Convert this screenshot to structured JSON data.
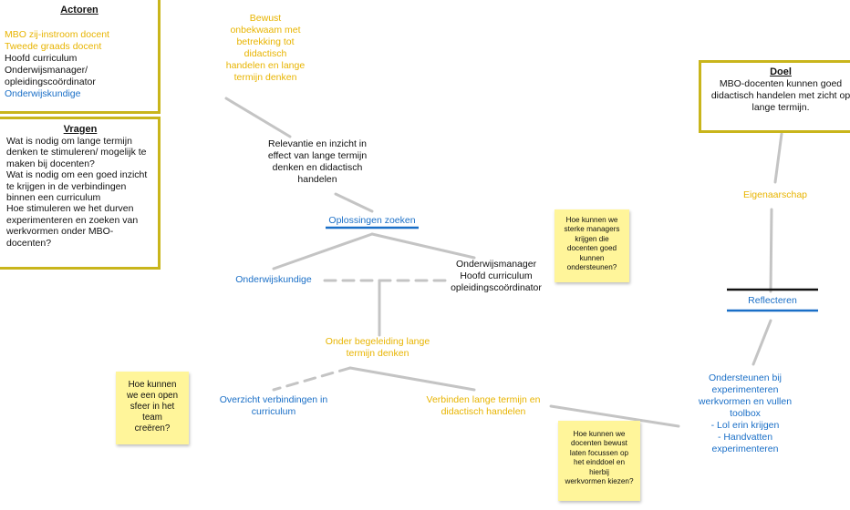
{
  "actoren": {
    "title": "Actoren",
    "items": [
      {
        "text": "MBO zij-instroom docent",
        "color": "#e8b400"
      },
      {
        "text": "Tweede graads docent",
        "color": "#e8b400"
      },
      {
        "text": "Hoofd curriculum",
        "color": "#111111"
      },
      {
        "text": "Onderwijsmanager/",
        "color": "#111111"
      },
      {
        "text": "opleidingscoördinator",
        "color": "#111111"
      },
      {
        "text": "Onderwijskundige",
        "color": "#1a6fc7"
      }
    ]
  },
  "vragen": {
    "title": "Vragen",
    "lines": [
      "Wat is nodig om lange termijn",
      "denken te stimuleren/ mogelijk te",
      "maken bij docenten?",
      "Wat is nodig om een goed inzicht",
      "te krijgen in de verbindingen",
      "binnen een curriculum",
      "Hoe stimuleren we het durven",
      "experimenteren en zoeken van",
      "werkvormen onder MBO-",
      "docenten?"
    ]
  },
  "doel": {
    "title": "Doel",
    "lines": [
      "MBO-docenten kunnen goed",
      "didactisch handelen met zicht op",
      "lange termijn."
    ]
  },
  "nodes": {
    "bewust": [
      "Bewust",
      "onbekwaam met",
      "betrekking tot",
      "didactisch",
      "handelen en lange",
      "termijn denken"
    ],
    "relevantie": [
      "Relevantie en inzicht in",
      "effect van lange termijn",
      "denken en didactisch",
      "handelen"
    ],
    "oplossingen": "Oplossingen zoeken",
    "onderwijskundige": "Onderwijskundige",
    "manager": [
      "Onderwijsmanager",
      "Hoofd curriculum",
      "opleidingscoördinator"
    ],
    "begeleiding": [
      "Onder begeleiding lange",
      "termijn denken"
    ],
    "overzicht": [
      "Overzicht verbindingen in",
      "curriculum"
    ],
    "verbinden": [
      "Verbinden lange termijn en",
      "didactisch handelen"
    ],
    "eigenaarschap": "Eigenaarschap",
    "reflecteren": "Reflecteren",
    "ondersteunen": [
      "Ondersteunen bij",
      "experimenteren",
      "werkvormen en vullen",
      "toolbox",
      "-    Lol erin krijgen",
      "-    Handvatten",
      "experimenteren"
    ]
  },
  "stickies": {
    "managers": [
      "Hoe kunnen we",
      "sterke managers",
      "krijgen die",
      "docenten goed",
      "kunnen",
      "ondersteunen?"
    ],
    "sfeer": [
      "Hoe kunnen",
      "we een open",
      "sfeer in het",
      "team",
      "creëren?"
    ],
    "focussen": [
      "Hoe kunnen we",
      "docenten bewust",
      "laten focussen op",
      "het einddoel en",
      "hierbij",
      "werkvormen kiezen?"
    ]
  },
  "colors": {
    "yellow": "#e8b400",
    "blue": "#1a6fc7",
    "border": "#c9b51b",
    "sticky": "#fff59a",
    "connector": "#c4c4c4"
  }
}
